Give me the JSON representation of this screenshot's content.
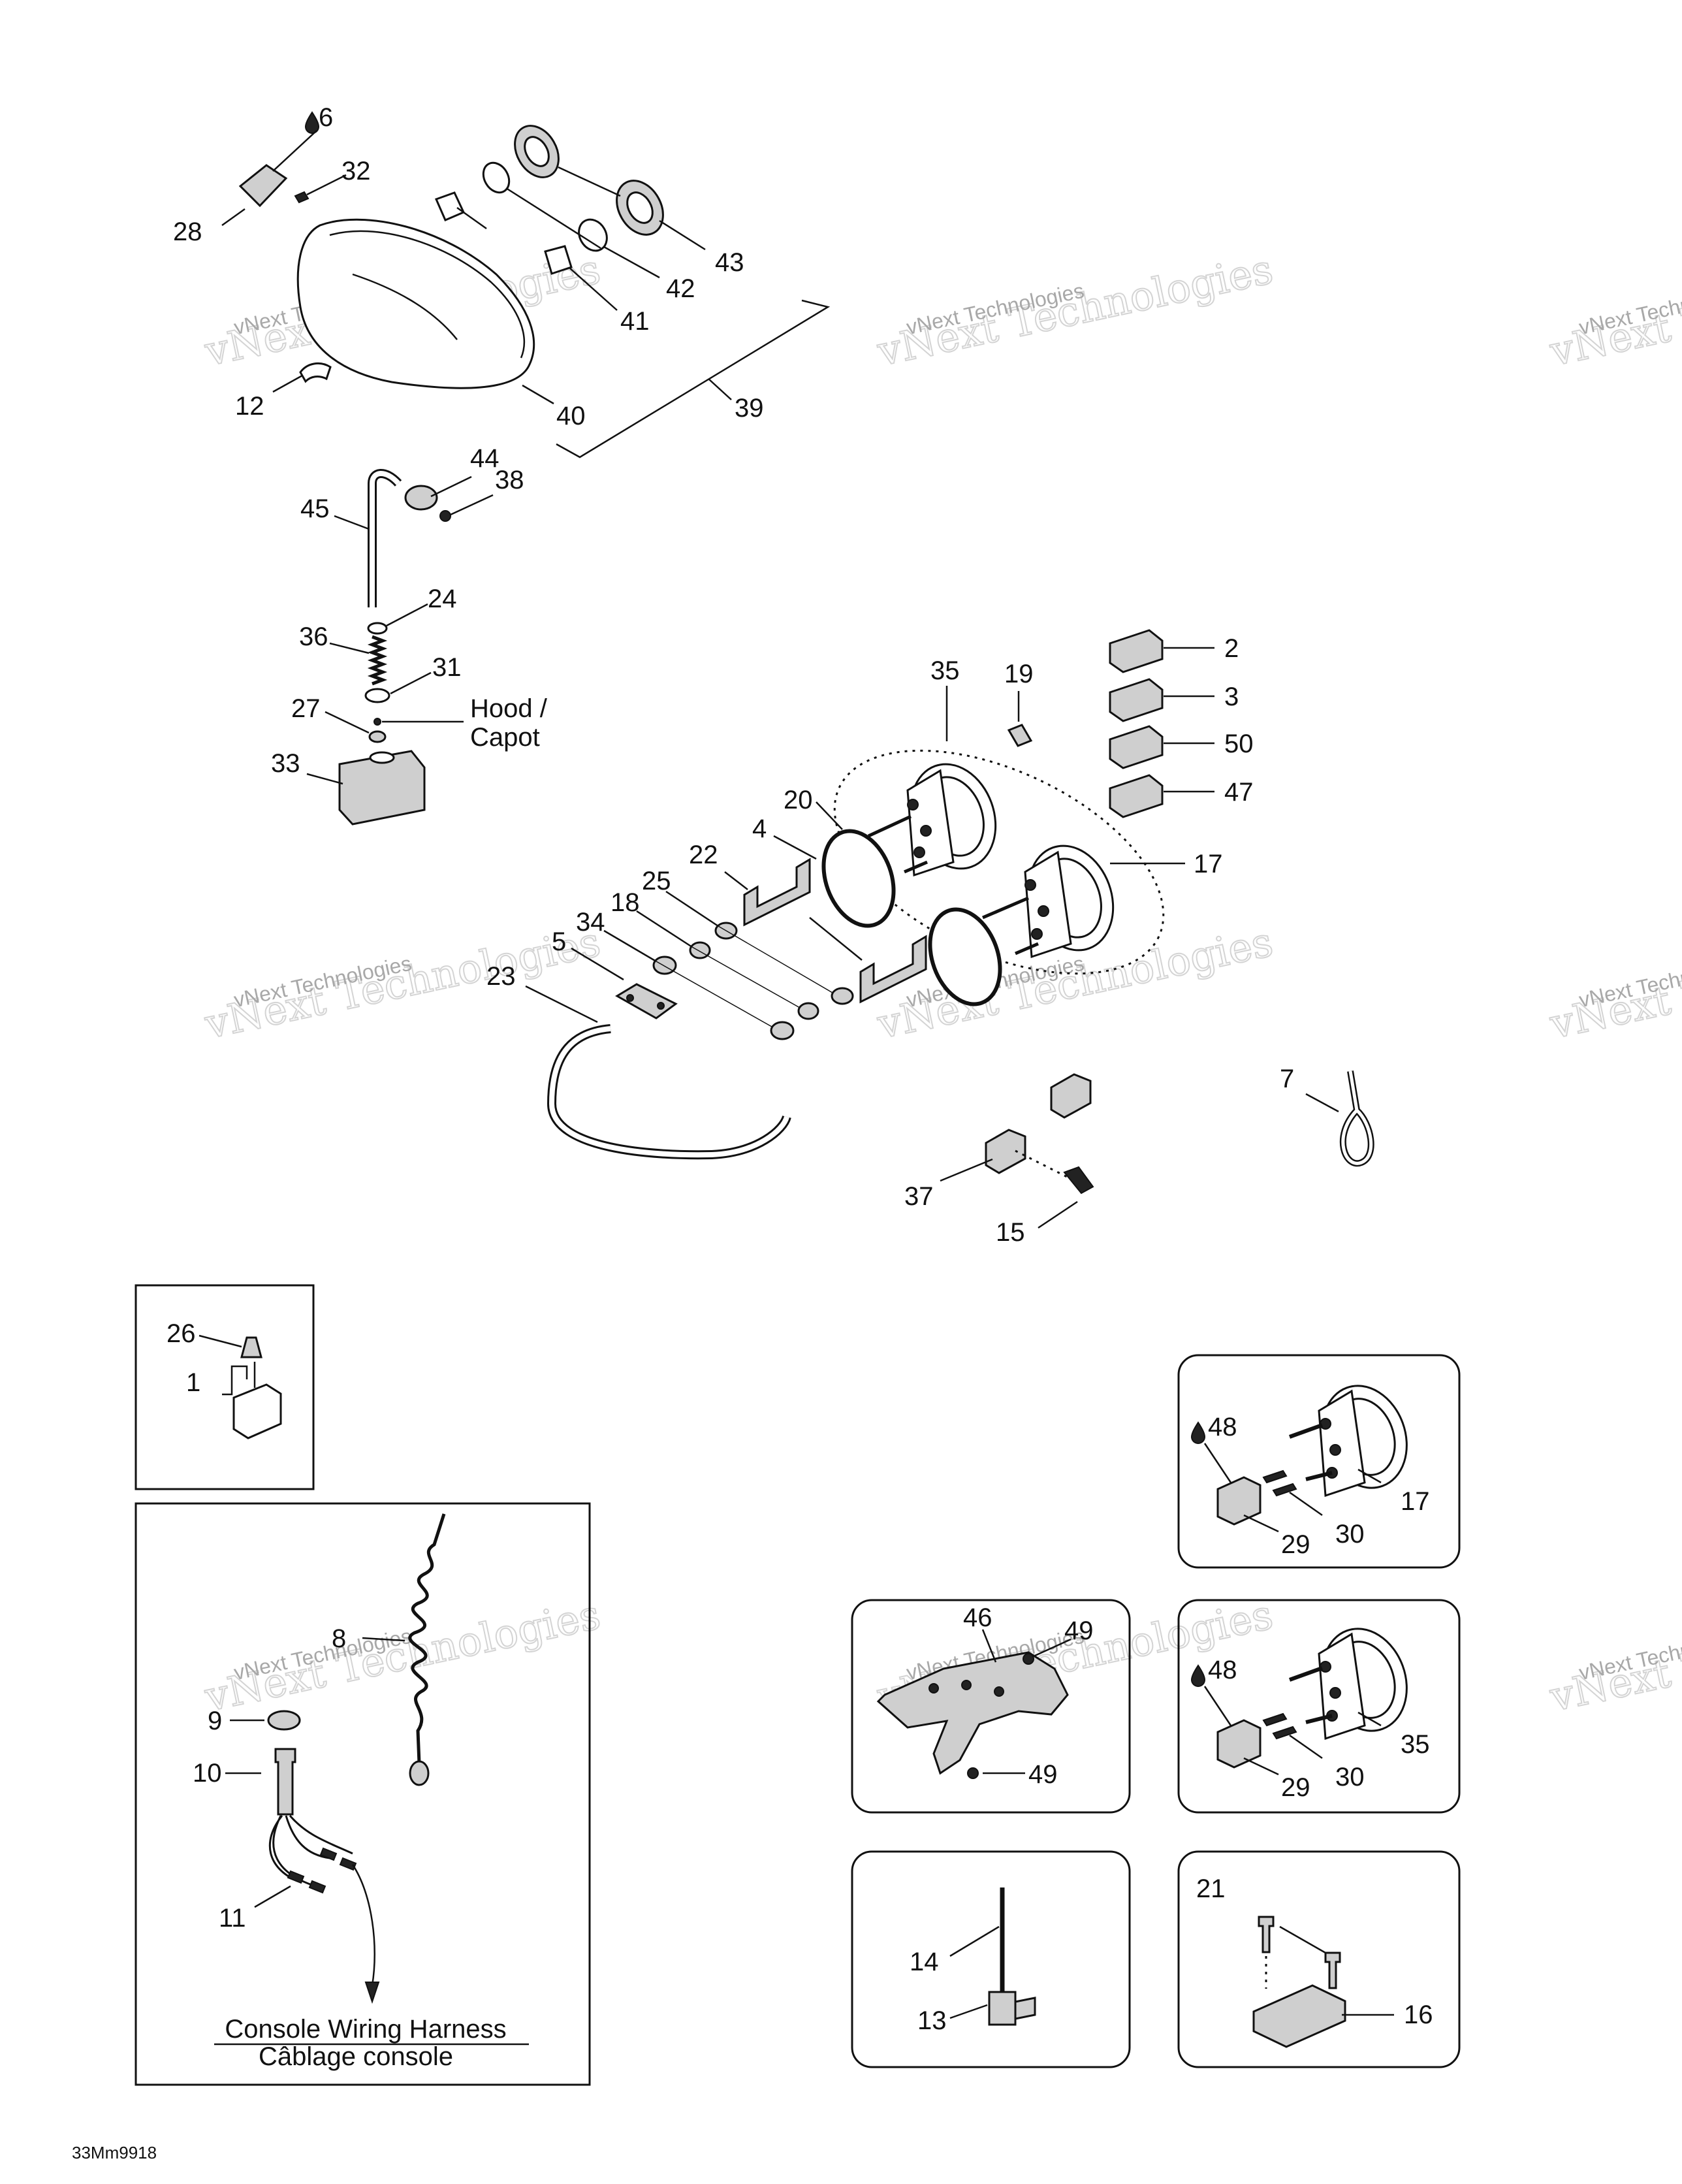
{
  "callouts": {
    "c1": "1",
    "c2": "2",
    "c3": "3",
    "c4": "4",
    "c5": "5",
    "c6": "6",
    "c7": "7",
    "c8": "8",
    "c9": "9",
    "c10": "10",
    "c11": "11",
    "c12": "12",
    "c13": "13",
    "c14": "14",
    "c15": "15",
    "c16": "16",
    "c17": "17",
    "c17b": "17",
    "c18": "18",
    "c19": "19",
    "c20": "20",
    "c21": "21",
    "c22": "22",
    "c23": "23",
    "c24": "24",
    "c25": "25",
    "c26": "26",
    "c27": "27",
    "c28": "28",
    "c29": "29",
    "c29b": "29",
    "c30": "30",
    "c30b": "30",
    "c31": "31",
    "c32": "32",
    "c33": "33",
    "c34": "34",
    "c35": "35",
    "c35b": "35",
    "c36": "36",
    "c37": "37",
    "c38": "38",
    "c39": "39",
    "c40": "40",
    "c41": "41",
    "c42": "42",
    "c43": "43",
    "c44": "44",
    "c45": "45",
    "c46": "46",
    "c47": "47",
    "c48": "48",
    "c48b": "48",
    "c49": "49",
    "c49b": "49",
    "c50": "50"
  },
  "labels": {
    "hood_en": "Hood /",
    "hood_fr": "Capot",
    "harness_en": "Console Wiring Harness",
    "harness_fr": "Câblage console"
  },
  "watermark": {
    "big": "vNext Technologies",
    "small": "vNext Technologies"
  },
  "figure_code": "33Mm9918"
}
